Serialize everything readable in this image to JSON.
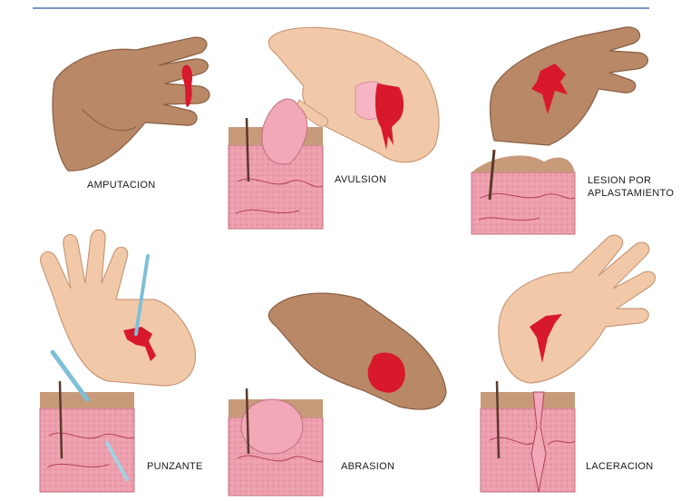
{
  "panels": [
    {
      "id": "amputation",
      "label": "AMPUTACION"
    },
    {
      "id": "avulsion",
      "label": "AVULSION"
    },
    {
      "id": "crush",
      "label_line1": "LESION POR",
      "label_line2": "APLASTAMIENTO"
    },
    {
      "id": "puncture",
      "label": "PUNZANTE"
    },
    {
      "id": "abrasion",
      "label": "ABRASION"
    },
    {
      "id": "laceration",
      "label": "LACERACION"
    }
  ],
  "colors": {
    "skin_light": "#f2c9a8",
    "skin_medium": "#b98866",
    "blood": "#d8182b",
    "tissue": "#ec9aa8",
    "tissue_top": "#c79a7a",
    "rule": "#7a96c4"
  }
}
